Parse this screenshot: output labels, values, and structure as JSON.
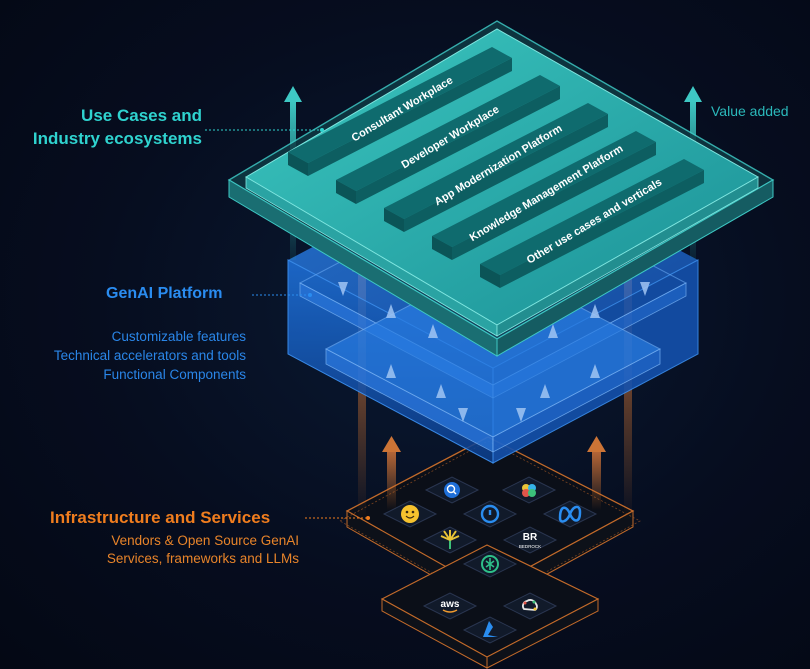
{
  "use_cases": {
    "title_line1": "Use Cases and",
    "title_line2": "Industry ecosystems",
    "items": [
      "Consultant Workplace",
      "Developer Workplace",
      "App Modernization Platform",
      "Knowledge Management Platform",
      "Other use cases and verticals"
    ]
  },
  "value_added": "Value added",
  "genai_platform": {
    "title": "GenAI Platform",
    "features": [
      "Customizable features",
      "Technical accelerators and tools",
      "Functional Components"
    ]
  },
  "infrastructure": {
    "title": "Infrastructure and Services",
    "subtitle_line1": "Vendors & Open Source GenAI",
    "subtitle_line2": "Services, frameworks and LLMs",
    "logos": {
      "aws": "aws",
      "bedrock": "BEDROCK"
    }
  },
  "colors": {
    "teal": "#2fd3cf",
    "blue": "#2a8cf0",
    "orange": "#f07d1e",
    "background": "#050b1a"
  },
  "icons": [
    "up-arrow-icon",
    "down-arrow-icon",
    "cloud-search-icon",
    "gemini-icon",
    "hugging-face-icon",
    "circle-power-icon",
    "meta-icon",
    "palm-icon",
    "bedrock-icon",
    "openai-icon",
    "aws-icon",
    "google-cloud-icon",
    "azure-icon"
  ]
}
